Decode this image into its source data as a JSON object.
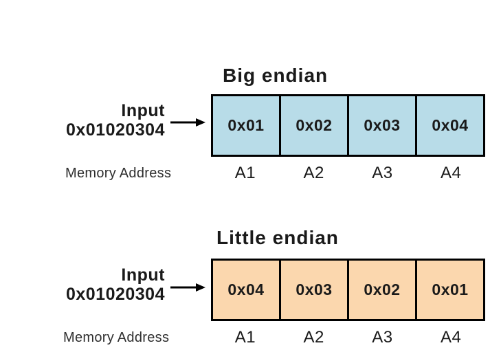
{
  "colors": {
    "background": "#ffffff",
    "big_endian_fill": "#b8dce8",
    "little_endian_fill": "#fbd7ae",
    "border": "#000000",
    "text": "#1a1a1a",
    "muted_text": "#2e2e2e"
  },
  "big_endian": {
    "title": "Big endian",
    "input_label": "Input",
    "input_value": "0x01020304",
    "cells": [
      "0x01",
      "0x02",
      "0x03",
      "0x04"
    ],
    "memory_address_label": "Memory Address",
    "addresses": [
      "A1",
      "A2",
      "A3",
      "A4"
    ]
  },
  "little_endian": {
    "title": "Little endian",
    "input_label": "Input",
    "input_value": "0x01020304",
    "cells": [
      "0x04",
      "0x03",
      "0x02",
      "0x01"
    ],
    "memory_address_label": "Memory Address",
    "addresses": [
      "A1",
      "A2",
      "A3",
      "A4"
    ]
  }
}
